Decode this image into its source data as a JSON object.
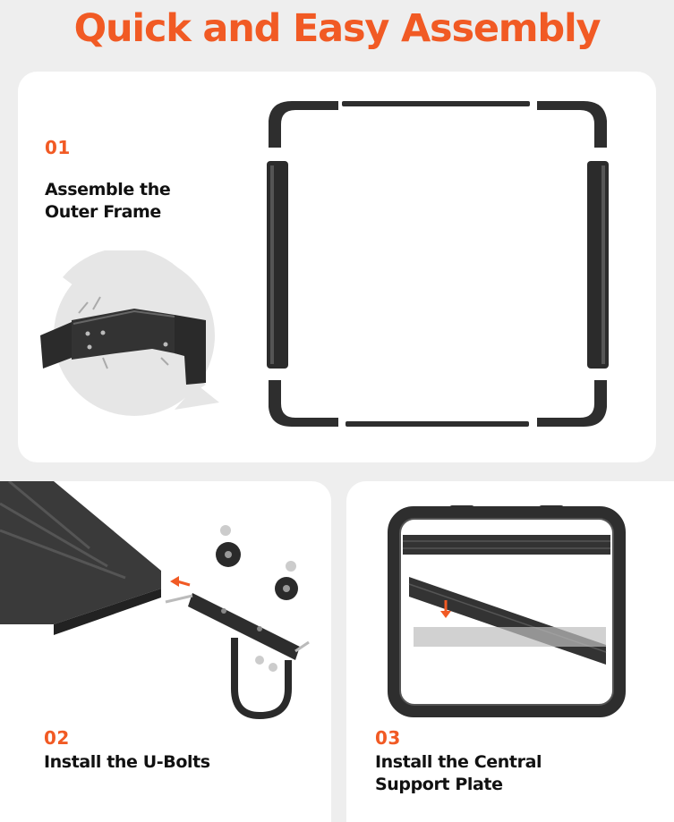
{
  "page": {
    "title": "Quick and Easy Assembly",
    "accent_color": "#f15a24"
  },
  "steps": [
    {
      "number": "01",
      "title_lines": [
        "Assemble the",
        "Outer Frame"
      ]
    },
    {
      "number": "02",
      "title_lines": [
        "Install the U-Bolts"
      ]
    },
    {
      "number": "03",
      "title_lines": [
        "Install the Central",
        "Support Plate"
      ]
    }
  ],
  "images": {
    "frame_parts": "frame-exploded-parts",
    "corner_detail": "corner-joint-closeup",
    "ubolt_detail": "u-bolt-mounting-hardware",
    "support_plate": "central-support-plate-assembly"
  }
}
